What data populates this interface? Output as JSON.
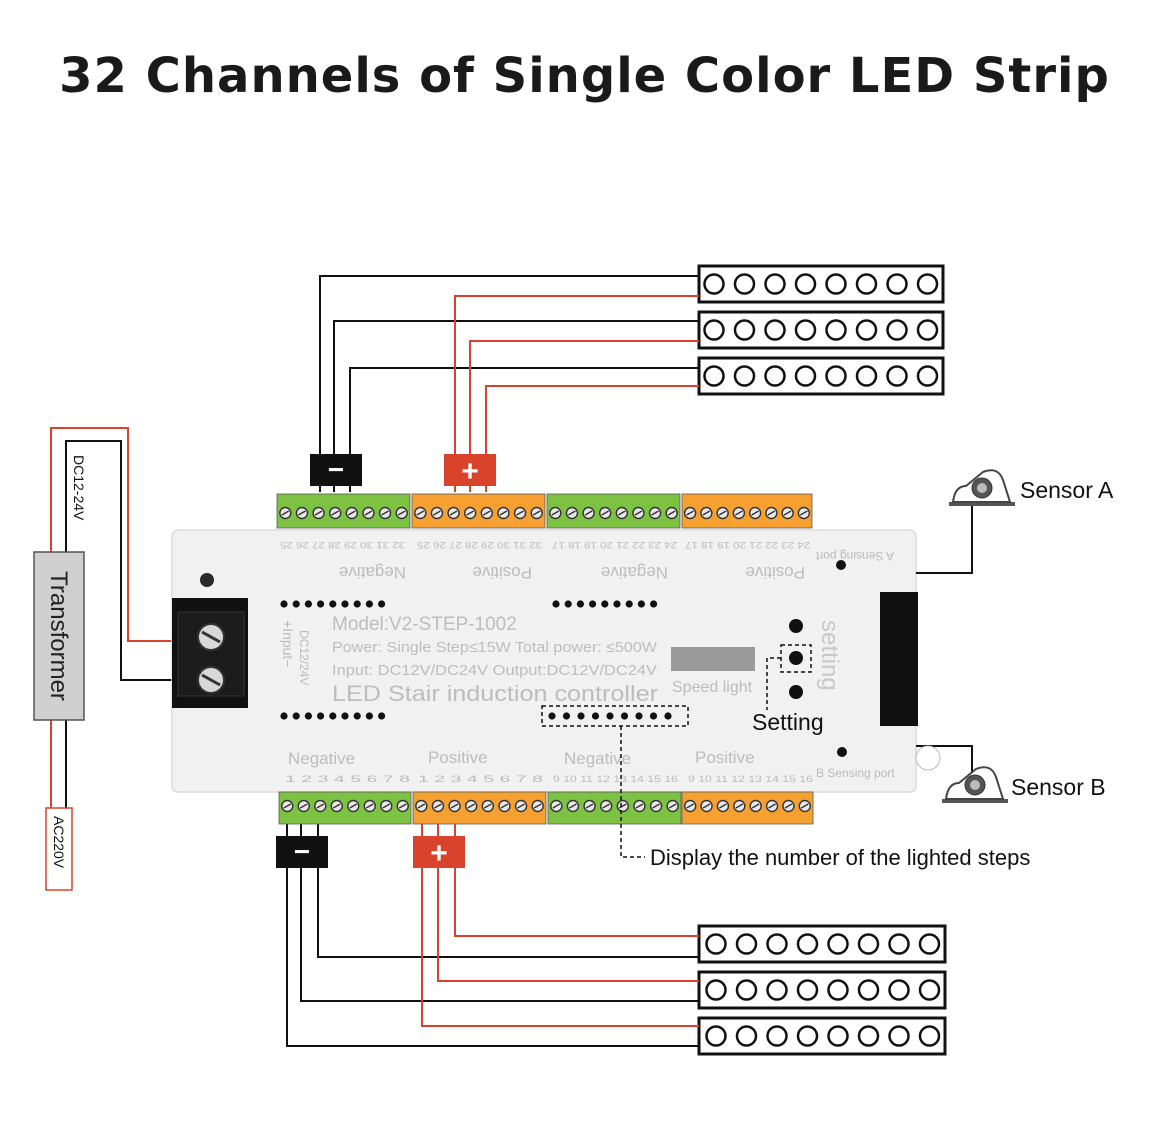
{
  "title": "32 Channels of Single Color LED Strip",
  "labels": {
    "sensor_a": "Sensor A",
    "sensor_b": "Sensor B",
    "transformer": "Transformer",
    "dc_in": "DC12-24V",
    "ac_in": "AC220V",
    "setting": "Setting",
    "display_note": "Display the number of the lighted steps",
    "minus_sign": "−",
    "plus_sign": "+"
  },
  "controller": {
    "model": "Model:V2-STEP-1002",
    "power": "Power: Single Step≤15W Total power: ≤500W",
    "io": "Input: DC12V/DC24V Output:DC12V/DC24V",
    "name": "LED Stair induction controller",
    "speed_light": "Speed light",
    "setting_vertical": "setting",
    "input_vertical": "+Input−",
    "input_voltage_vertical": "DC12/24V",
    "a_port": "A Sensing port",
    "b_port": "B Sensing port",
    "negative": "Negative",
    "positive": "Positive",
    "top_numbers": [
      "32 31 30 29 28 27 26 25",
      "32 31 30 29 28 27 26 25",
      "24 23 22 21 20 19 18 17",
      "24 23 22 21 20 19 18 17"
    ],
    "bottom_numbers": [
      "1 2 3 4 5 6 7 8",
      "1 2 3 4 5 6 7 8",
      "9 10 11 12 13 14 15 16",
      "9 10 11 12 13 14 15 16"
    ]
  },
  "colors": {
    "red_wire": "#d9432c",
    "black_wire": "#111111",
    "green_terminal": "#7dc242",
    "orange_terminal": "#f5a031"
  },
  "led_strip": {
    "led_count": 8
  }
}
